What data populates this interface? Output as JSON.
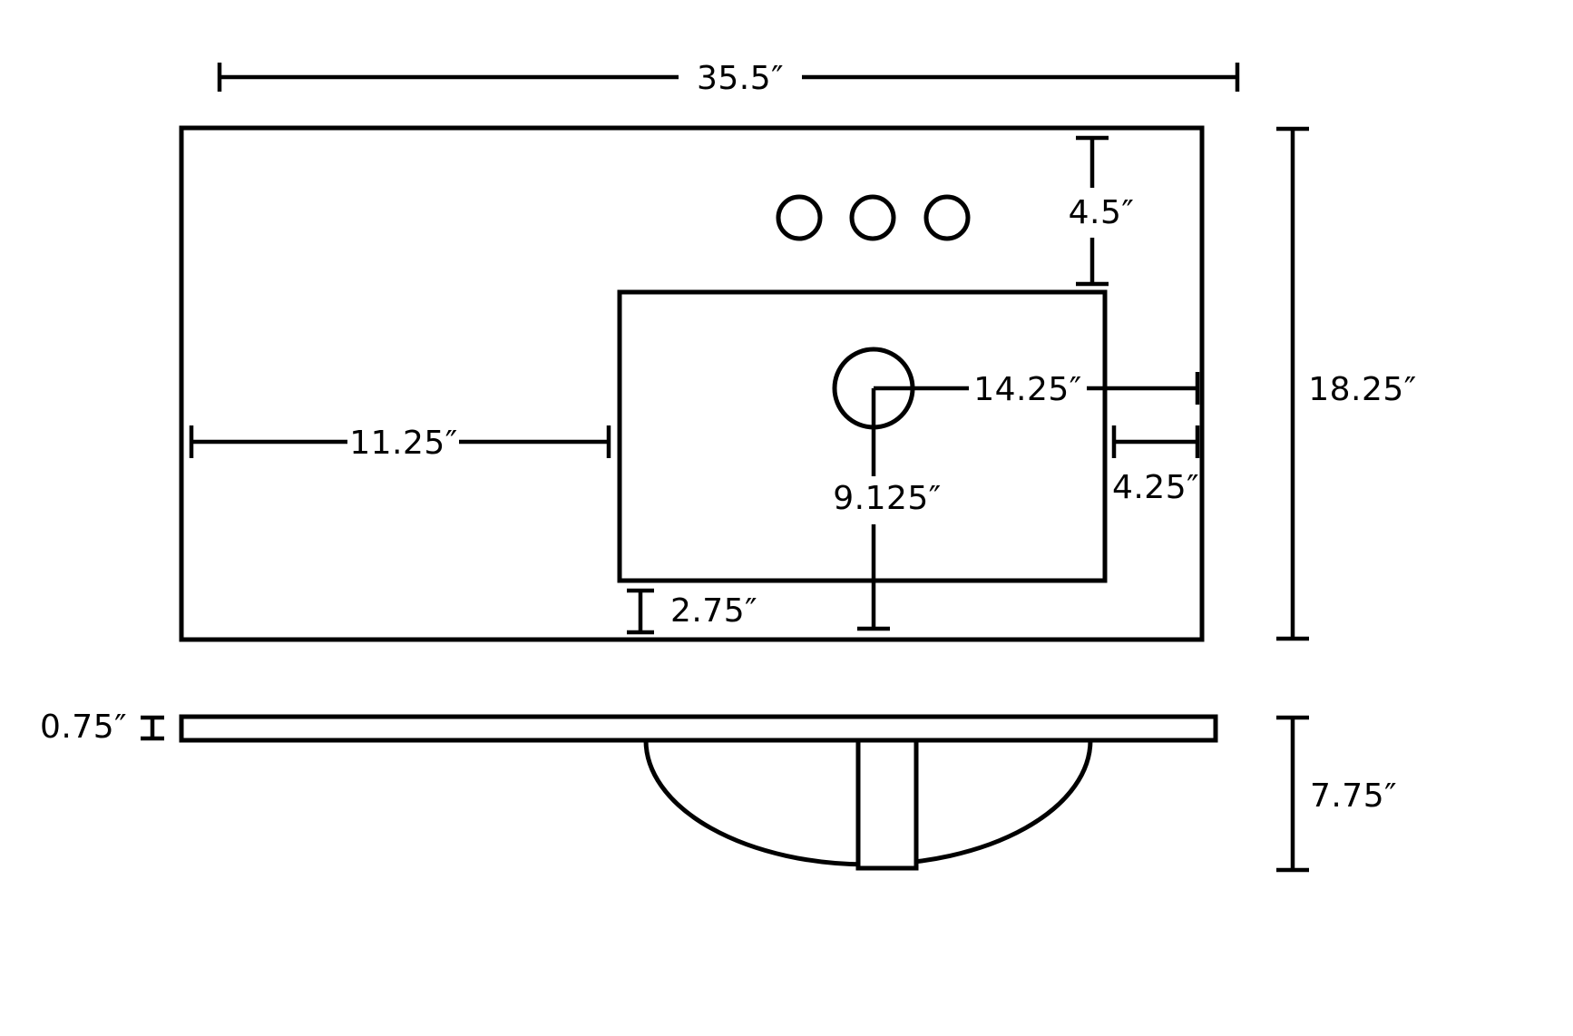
{
  "figure": {
    "type": "technical-drawing",
    "subject": "vanity-top-with-rectangular-sink-dimension-diagram",
    "units": "inches",
    "colors": {
      "line": "#000000",
      "background": "#ffffff"
    },
    "top_view": {
      "faucet_hole_count": 3,
      "labels": {
        "overall_width": "35.5″",
        "overall_depth": "18.25″",
        "faucet_offset": "4.5″",
        "drain_to_right": "14.25″",
        "left_to_basin": "11.25″",
        "basin_to_right": "4.25″",
        "drain_to_front": "9.125″",
        "basin_to_front": "2.75″"
      }
    },
    "side_view": {
      "labels": {
        "top_thickness": "0.75″",
        "bowl_depth": "7.75″"
      }
    }
  }
}
